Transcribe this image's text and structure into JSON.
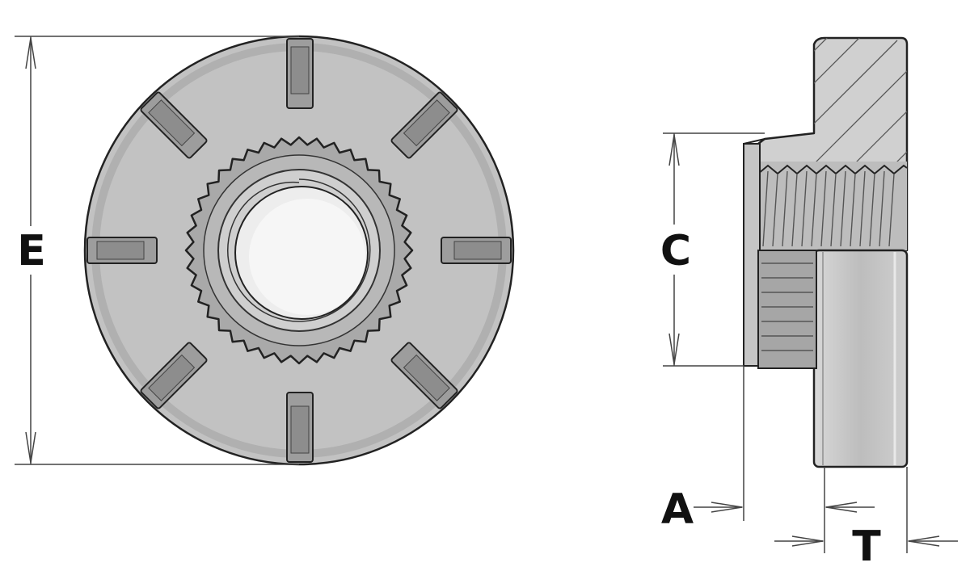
{
  "labels": {
    "E": "E",
    "C": "C",
    "A": "A",
    "T": "T"
  },
  "colors": {
    "body_fill": "#c2c2c2",
    "boss_fill": "#a9a9a9",
    "bore_fill": "#ededed",
    "stroke": "#222222",
    "dim_line": "#444444"
  }
}
